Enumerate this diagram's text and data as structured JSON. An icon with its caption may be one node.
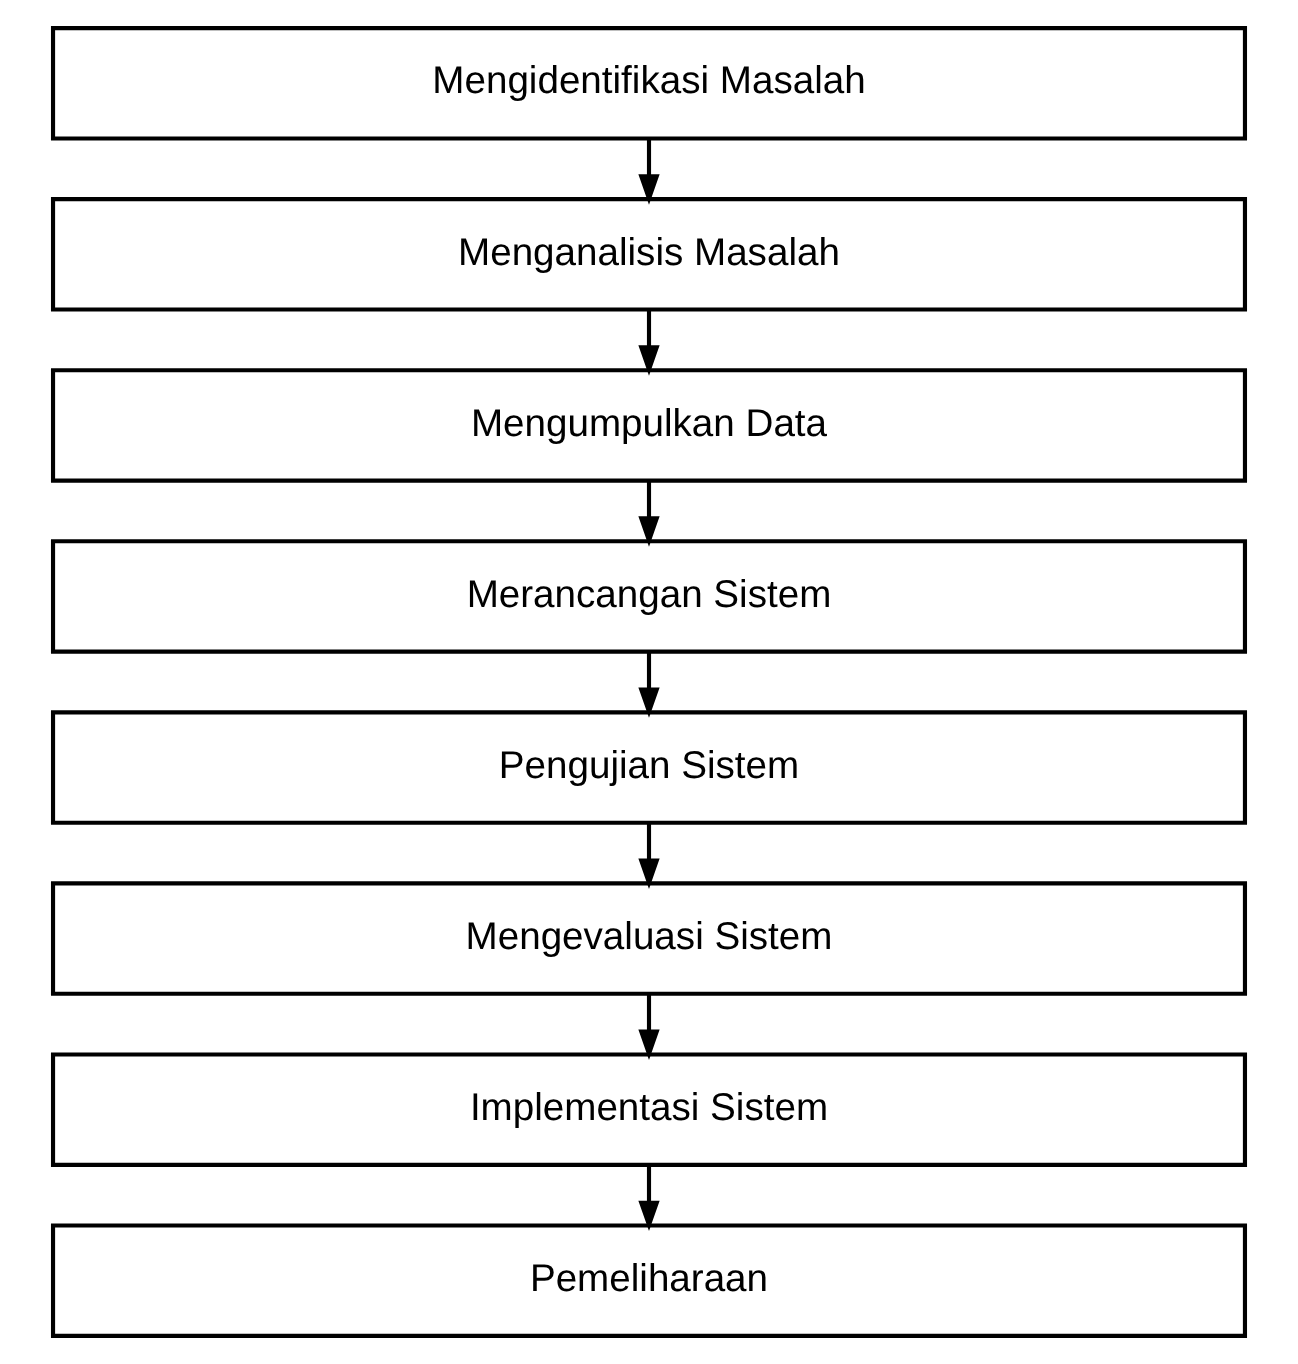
{
  "diagram": {
    "nodes": [
      {
        "text": [
          "Mengidentifikasi Masalah"
        ]
      },
      {
        "text": [
          "Menganalisis Masalah"
        ]
      },
      {
        "text": [
          "Mengumpulkan Data"
        ]
      },
      {
        "text": [
          "Merancangan Sistem"
        ]
      },
      {
        "text": [
          "Pengujian Sistem"
        ]
      },
      {
        "text": [
          "Mengevaluasi Sistem"
        ]
      },
      {
        "text": [
          "Implementasi Sistem"
        ]
      },
      {
        "text": [
          "Pemeliharaan"
        ]
      }
    ],
    "edges": [
      {
        "from": 0,
        "to": 1,
        "arrow": "to"
      },
      {
        "from": 1,
        "to": 2,
        "arrow": "to"
      },
      {
        "from": 2,
        "to": 3,
        "arrow": "to"
      },
      {
        "from": 3,
        "to": 4,
        "arrow": "to"
      },
      {
        "from": 4,
        "to": 5,
        "arrow": "to"
      },
      {
        "from": 5,
        "to": 6,
        "arrow": "to"
      },
      {
        "from": 6,
        "to": 7,
        "arrow": "to"
      }
    ]
  }
}
